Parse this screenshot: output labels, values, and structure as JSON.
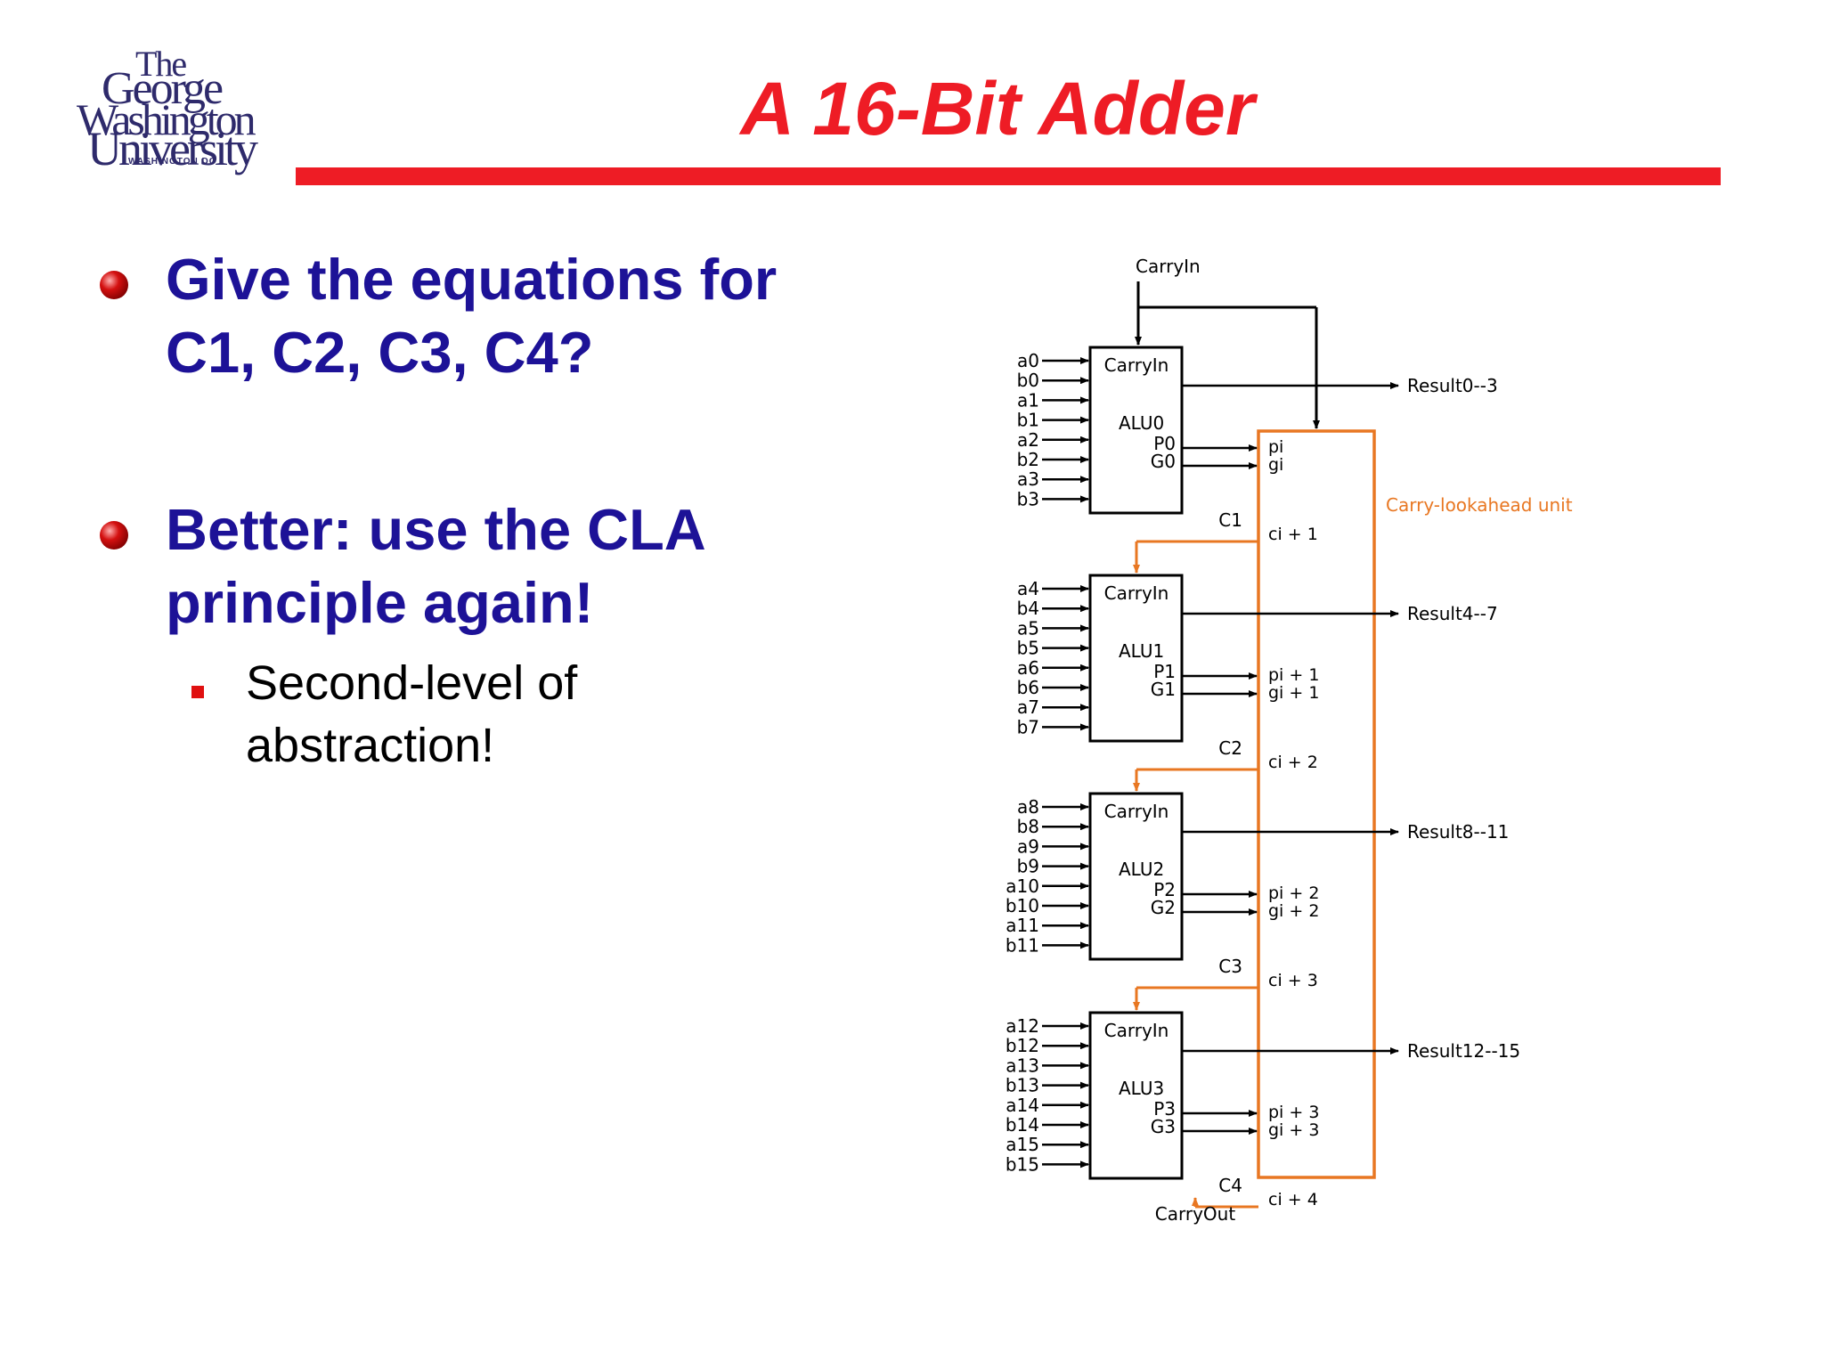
{
  "logo": {
    "line1": "The",
    "line2": "George",
    "line3": "Washington",
    "line4": "University",
    "line5": "WASHINGTON DC"
  },
  "title": "A 16-Bit Adder",
  "bullets": [
    {
      "line1": "Give the equations for",
      "line2": "C1, C2, C3, C4?"
    },
    {
      "line1": "Better: use the CLA",
      "line2": "principle again!"
    }
  ],
  "sub_bullet": {
    "line1": "Second-level of",
    "line2": "abstraction!"
  },
  "colors": {
    "title_red": "#ee1c25",
    "bullet_text": "#1d1297",
    "cla_orange": "#e87722"
  },
  "diagram": {
    "carry_in_top": "CarryIn",
    "carry_out": "CarryOut",
    "cla_label": "Carry-lookahead unit",
    "alus": [
      {
        "name": "ALU0",
        "carry_in": "CarryIn",
        "p": "P0",
        "g": "G0",
        "inputs": [
          "a0",
          "b0",
          "a1",
          "b1",
          "a2",
          "b2",
          "a3",
          "b3"
        ],
        "result": "Result0--3",
        "cla_p": "pi",
        "cla_g": "gi",
        "carry_label": "C1",
        "cla_c": "ci + 1"
      },
      {
        "name": "ALU1",
        "carry_in": "CarryIn",
        "p": "P1",
        "g": "G1",
        "inputs": [
          "a4",
          "b4",
          "a5",
          "b5",
          "a6",
          "b6",
          "a7",
          "b7"
        ],
        "result": "Result4--7",
        "cla_p": "pi + 1",
        "cla_g": "gi + 1",
        "carry_label": "C2",
        "cla_c": "ci + 2"
      },
      {
        "name": "ALU2",
        "carry_in": "CarryIn",
        "p": "P2",
        "g": "G2",
        "inputs": [
          "a8",
          "b8",
          "a9",
          "b9",
          "a10",
          "b10",
          "a11",
          "b11"
        ],
        "result": "Result8--11",
        "cla_p": "pi + 2",
        "cla_g": "gi + 2",
        "carry_label": "C3",
        "cla_c": "ci + 3"
      },
      {
        "name": "ALU3",
        "carry_in": "CarryIn",
        "p": "P3",
        "g": "G3",
        "inputs": [
          "a12",
          "b12",
          "a13",
          "b13",
          "a14",
          "b14",
          "a15",
          "b15"
        ],
        "result": "Result12--15",
        "cla_p": "pi + 3",
        "cla_g": "gi + 3",
        "carry_label": "C4",
        "cla_c": "ci + 4"
      }
    ]
  }
}
